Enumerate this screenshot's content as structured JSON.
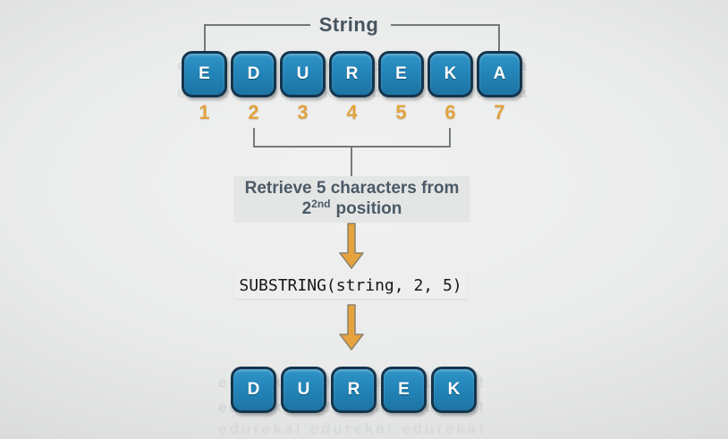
{
  "header": {
    "label": "String"
  },
  "tiles": {
    "top": [
      "E",
      "D",
      "U",
      "R",
      "E",
      "K",
      "A"
    ],
    "positions": [
      "1",
      "2",
      "3",
      "4",
      "5",
      "6",
      "7"
    ],
    "result": [
      "D",
      "U",
      "R",
      "E",
      "K"
    ]
  },
  "annotation": {
    "line1": "Retrieve 5 characters from",
    "position_number": "2",
    "position_superscript": "2nd",
    "position_rest": "position"
  },
  "code": {
    "text": "SUBSTRING(string, 2, 5)"
  },
  "watermark": {
    "text": "edureka! edureka! edureka! edureka! edureka! edureka!"
  },
  "colors": {
    "tile_blue": "#2385b9",
    "tile_border": "#14354d",
    "accent_orange": "#e6a33d",
    "arrow_outline": "#8b8270",
    "text_slate": "#4b5a66",
    "line_gray": "#75787b",
    "annotation_bg": "#e4e5e5",
    "code_bg": "#eeeeee"
  }
}
